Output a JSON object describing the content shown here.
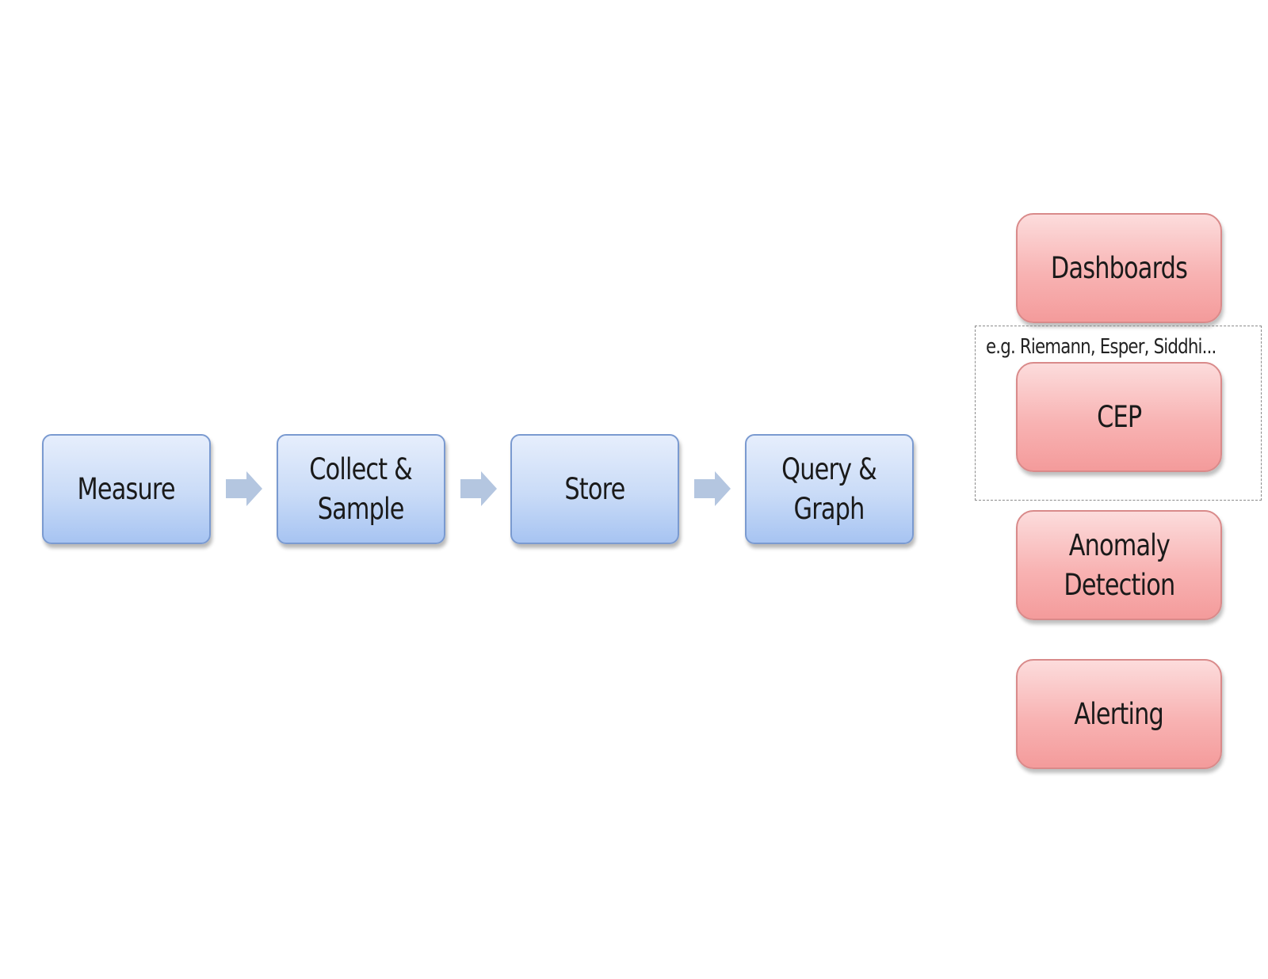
{
  "pipeline": {
    "steps": [
      {
        "label": "Measure"
      },
      {
        "label": "Collect &\nSample"
      },
      {
        "label": "Store"
      },
      {
        "label": "Query &\nGraph"
      }
    ]
  },
  "outputs": {
    "items": [
      {
        "label": "Dashboards"
      },
      {
        "label": "CEP"
      },
      {
        "label": "Anomaly\nDetection"
      },
      {
        "label": "Alerting"
      }
    ],
    "cep_caption": "e.g. Riemann, Esper, Siddhi..."
  },
  "colors": {
    "pipeline_fill": "#c9dbf7",
    "pipeline_border": "#7a9ad0",
    "output_fill": "#f8b3b3",
    "output_border": "#d98a8a",
    "arrow": "#b4c6e0"
  }
}
